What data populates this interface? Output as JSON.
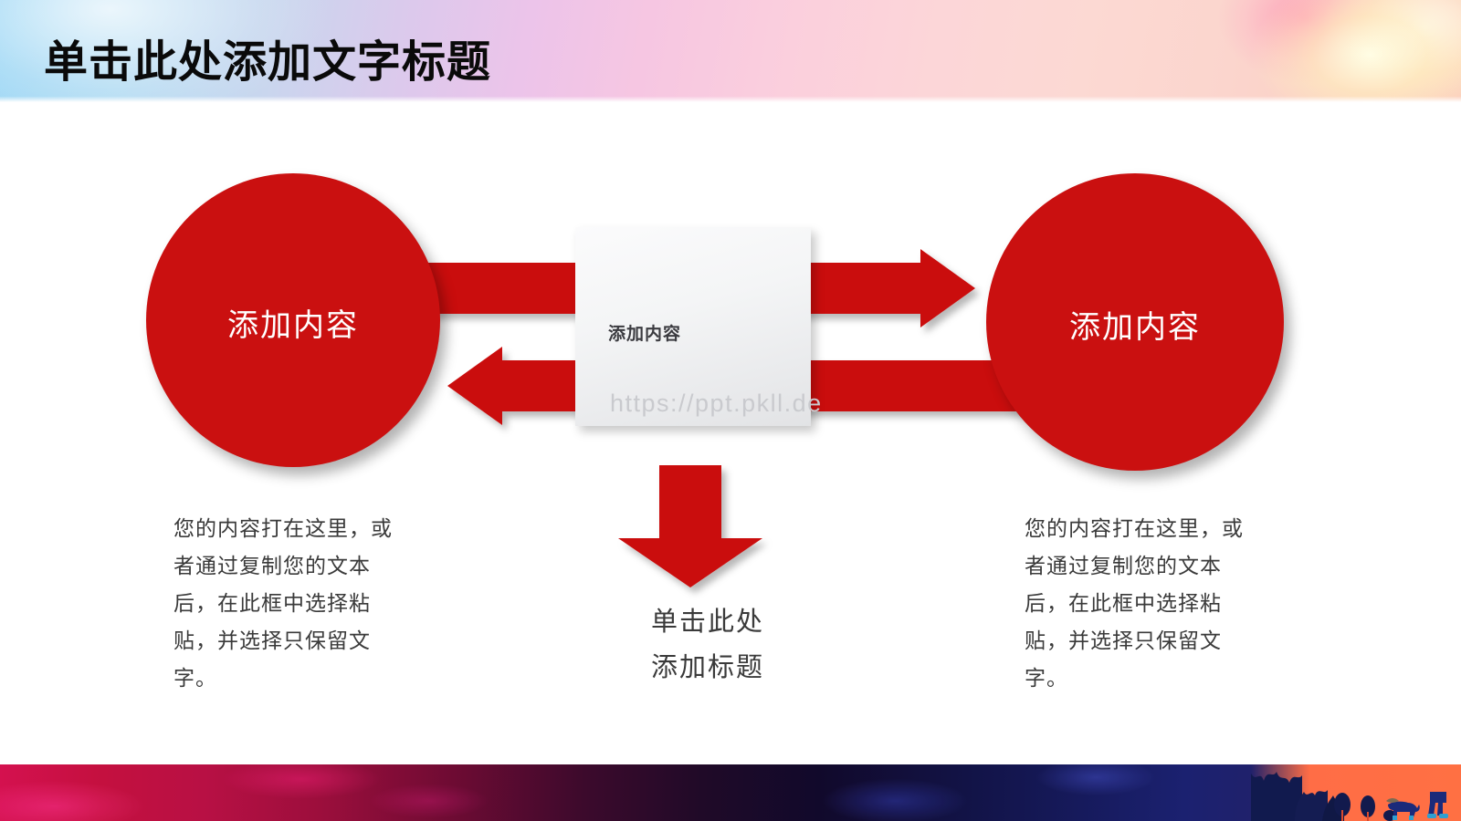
{
  "header": {
    "title": "单击此处添加文字标题",
    "accent_colors": {
      "sky_blue": "#9fd8f5",
      "lavender": "#dcc9ec",
      "pink": "#f6c6e2",
      "peach": "#fccfbe"
    }
  },
  "diagram": {
    "accent_red": "#CA1010",
    "left_circle": {
      "label": "添加内容"
    },
    "right_circle": {
      "label": "添加内容"
    },
    "center_card": {
      "label": "添加内容",
      "watermark": "https://ppt.pkll.de"
    },
    "arrows": [
      {
        "name": "arrow-right",
        "direction": "right"
      },
      {
        "name": "arrow-left",
        "direction": "left"
      },
      {
        "name": "arrow-down",
        "direction": "down"
      }
    ]
  },
  "content": {
    "left_body": "您的内容打在这里，或者通过复制您的文本后，在此框中选择粘贴，并选择只保留文字。",
    "right_body": "您的内容打在这里，或者通过复制您的文本后，在此框中选择粘贴，并选择只保留文字。",
    "center_caption_line1": "单击此处",
    "center_caption_line2": "添加标题"
  },
  "footer": {
    "colors": {
      "crimson": "#d4114f",
      "deep_purple": "#200a28",
      "navy": "#1b2170",
      "orange": "#ff7043"
    }
  }
}
